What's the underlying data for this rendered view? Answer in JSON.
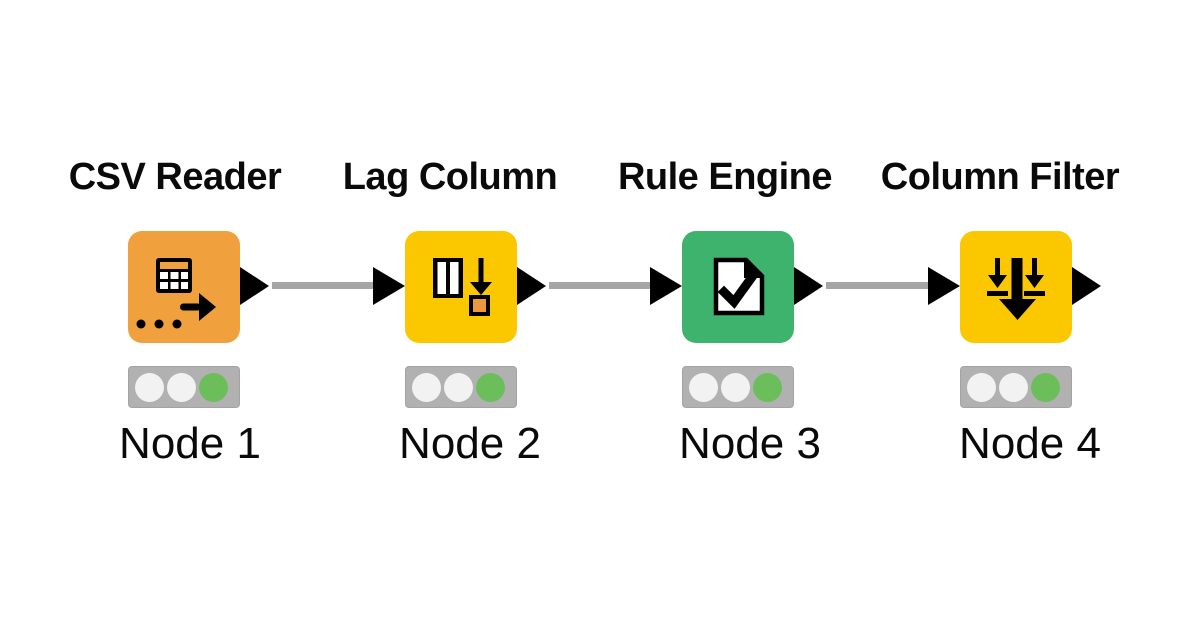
{
  "diagram": {
    "background": "#FFFFFF"
  },
  "colors": {
    "wire": "#A6A6A6",
    "port": "#000000",
    "status_bar": "#B1B1B1",
    "status_off": "#F2F2F2",
    "status_on": "#6CBE5B",
    "text": "#0A0A0A"
  },
  "nodes": [
    {
      "title": "CSV Reader",
      "label": "Node 1",
      "color": "#F0A03C",
      "icon": "table-export-icon",
      "icon_accent": "#F0A03C",
      "lights": [
        "#F2F2F2",
        "#F2F2F2",
        "#6CBE5B"
      ],
      "status": "executed",
      "ports": {
        "input": false,
        "output": true
      }
    },
    {
      "title": "Lag Column",
      "label": "Node 2",
      "color": "#FBC800",
      "icon": "lag-column-icon",
      "icon_accent": "#EC993D",
      "lights": [
        "#F2F2F2",
        "#F2F2F2",
        "#6CBE5B"
      ],
      "status": "executed",
      "ports": {
        "input": true,
        "output": true
      }
    },
    {
      "title": "Rule Engine",
      "label": "Node 3",
      "color": "#3EB36E",
      "icon": "document-check-icon",
      "icon_accent": "#3EB36E",
      "lights": [
        "#F2F2F2",
        "#F2F2F2",
        "#6CBE5B"
      ],
      "status": "executed",
      "ports": {
        "input": true,
        "output": true
      }
    },
    {
      "title": "Column Filter",
      "label": "Node 4",
      "color": "#FBC800",
      "icon": "column-filter-icon",
      "icon_accent": "#FBC800",
      "lights": [
        "#F2F2F2",
        "#F2F2F2",
        "#6CBE5B"
      ],
      "status": "executed",
      "ports": {
        "input": true,
        "output": true
      }
    }
  ],
  "connections": [
    {
      "from": "Node 1",
      "to": "Node 2"
    },
    {
      "from": "Node 2",
      "to": "Node 3"
    },
    {
      "from": "Node 3",
      "to": "Node 4"
    }
  ]
}
